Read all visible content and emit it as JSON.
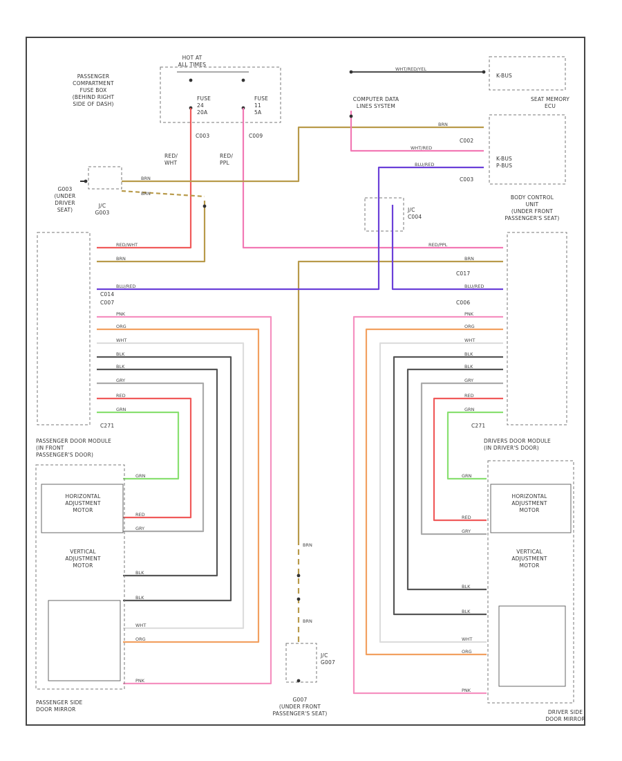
{
  "components": {
    "hot_at_all_times": [
      "HOT AT",
      "ALL TIMES"
    ],
    "passenger_fuse_box": [
      "PASSENGER",
      "COMPARTMENT",
      "FUSE BOX",
      "(BEHIND RIGHT",
      "SIDE OF DASH)"
    ],
    "fuse_a": [
      "FUSE",
      "24",
      "20A"
    ],
    "fuse_b": [
      "FUSE",
      "11",
      "5A"
    ],
    "c_left_top": "C003",
    "c_right_top": "C009",
    "red_wht": [
      "RED/",
      "WHT"
    ],
    "red_ppl": [
      "RED/",
      "PPL"
    ],
    "g003": [
      "G003",
      "(UNDER",
      "DRIVER",
      "SEAT)"
    ],
    "jc_g003": [
      "J/C",
      "G003"
    ],
    "computer_data_lines": [
      "COMPUTER DATA",
      "LINES SYSTEM"
    ],
    "k_bus_top": "K-BUS",
    "seat_memory": [
      "SEAT MEMORY",
      "ECU"
    ],
    "c_seat_1": "C002",
    "c_seat_2": "C003",
    "k_bus_p_bus": [
      "K-BUS",
      "P-BUS"
    ],
    "body_control": [
      "BODY CONTROL",
      "UNIT",
      "(UNDER FRONT",
      "PASSENGER'S SEAT)"
    ],
    "jc_c004": [
      "J/C",
      "C004"
    ],
    "c_left_mid": "C014",
    "c_left_mid2": "C007",
    "c_right_mid": "C017",
    "c_right_mid2": "C006",
    "c_left_bottom": "C271",
    "c_right_bottom": "C271",
    "pass_door_module": [
      "PASSENGER DOOR MODULE",
      "(IN FRONT",
      "PASSENGER'S DOOR)"
    ],
    "drv_door_module": [
      "DRIVERS DOOR MODULE",
      "(IN DRIVER'S DOOR)"
    ],
    "horiz_motor_l": [
      "HORIZONTAL",
      "ADJUSTMENT",
      "MOTOR"
    ],
    "vert_motor_l": [
      "VERTICAL",
      "ADJUSTMENT",
      "MOTOR"
    ],
    "horiz_motor_r": [
      "HORIZONTAL",
      "ADJUSTMENT",
      "MOTOR"
    ],
    "vert_motor_r": [
      "VERTICAL",
      "ADJUSTMENT",
      "MOTOR"
    ],
    "pass_mirror": [
      "PASSENGER SIDE",
      "DOOR MIRROR"
    ],
    "drv_mirror": [
      "DRIVER SIDE",
      "DOOR MIRROR"
    ],
    "g007": [
      "G007",
      "(UNDER FRONT",
      "PASSENGER'S SEAT)"
    ],
    "jc_g007": [
      "J/C",
      "G007"
    ]
  },
  "wires": {
    "wht_red_ppl": "WHT/RED/YEL",
    "brn": "BRN",
    "wht_red": "WHT/RED",
    "blu_red": "BLU/RED",
    "red_wht": "RED/WHT",
    "red_ppl": "RED/PPL",
    "pnk": "PNK",
    "org": "ORG",
    "wht": "WHT",
    "blk": "BLK",
    "gry": "GRY",
    "red": "RED",
    "grn": "GRN"
  },
  "colors": {
    "red": "#f05a5a",
    "pink": "#f278b4",
    "brown": "#b89a4a",
    "violet": "#6a3fd8",
    "orange": "#f2a060",
    "black": "#555555",
    "gray": "#aaaaaa",
    "white": "#dddddd",
    "green": "#88e070",
    "pinkb": "#f590c0"
  }
}
